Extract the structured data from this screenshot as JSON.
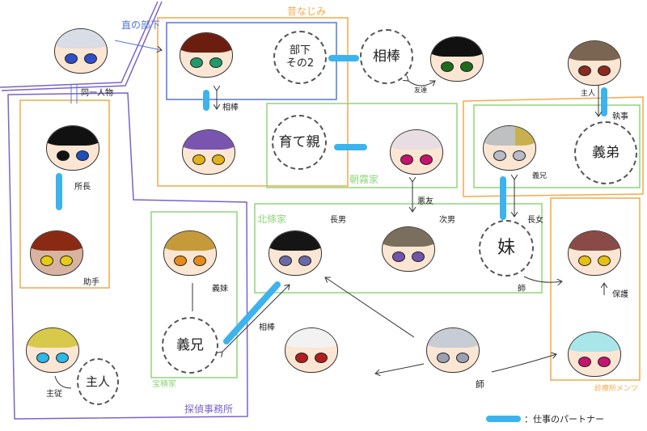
{
  "colors": {
    "partner": "#3db3ee",
    "orange": "#f3a94a",
    "blue": "#5577dd",
    "green": "#8fd67a",
    "purple": "#7a63c9"
  },
  "groups": {
    "osananajimi": "昔なじみ",
    "asagiri": "朝霧家",
    "hojo": "北條家",
    "hozumi": "宝積家",
    "tantei": "探偵事務所",
    "clinic": "診療所メンツ"
  },
  "circles": {
    "buka2": "部下\nその2",
    "aibou": "相棒",
    "sodateoya": "育て親",
    "gitei": "義弟",
    "imouto": "妹",
    "gikei": "義兄",
    "shujin": "主人"
  },
  "labels": {
    "jikinobuka": "直の部下",
    "douitsu": "同一人物",
    "aibou1": "相棒",
    "tomodachi": "友達",
    "shochou": "所長",
    "akuyuu": "悪友",
    "shujin": "主人",
    "shitsuji": "執事",
    "gikei2": "義兄",
    "chounan": "長男",
    "jinan": "次男",
    "choujo": "長女",
    "shi1": "師",
    "hogo": "保護",
    "joshu": "助手",
    "gimai": "義妹",
    "aibou2": "相棒",
    "shuju": "主従",
    "shi2": "師"
  },
  "legend": {
    "label": "：仕事のパートナー"
  },
  "characters": [
    {
      "name": "silver-crown",
      "hair": "#d8dde6",
      "eye": "#2f4fc8"
    },
    {
      "name": "brown-braids",
      "hair": "#6b1e10",
      "eye": "#1f9a6b"
    },
    {
      "name": "black-hat",
      "hair": "#7a6550",
      "eye": "#1e6b1e"
    },
    {
      "name": "red-bow",
      "hair": "#7a6452",
      "eye": "#8a2a1e"
    },
    {
      "name": "eyepatch",
      "hair": "#111111",
      "eye": "#1f4fb8"
    },
    {
      "name": "purple",
      "hair": "#7a55b0",
      "eye": "#e2b21a"
    },
    {
      "name": "pink-hair",
      "hair": "#e8dde2",
      "eye": "#c4146e"
    },
    {
      "name": "grey-blond",
      "hair": "#bfc0c2",
      "eye": "#b8bcc8"
    },
    {
      "name": "red-tan",
      "hair": "#8a2a14",
      "eye": "#e8cc12"
    },
    {
      "name": "blond-orange",
      "hair": "#c49a3a",
      "eye": "#e88a18"
    },
    {
      "name": "black-scar",
      "hair": "#151515",
      "eye": "#6a6aa8"
    },
    {
      "name": "olive",
      "hair": "#7a6e5c",
      "eye": "#7055a8"
    },
    {
      "name": "maroon",
      "hair": "#8a4a48",
      "eye": "#e8c012"
    },
    {
      "name": "blonde",
      "hair": "#d8c94a",
      "eye": "#2cb8e8"
    },
    {
      "name": "white-long",
      "hair": "#f2f2f2",
      "eye": "#b01e1e"
    },
    {
      "name": "silver-center",
      "hair": "#c8ccd4",
      "eye": "#9aa0b0"
    },
    {
      "name": "cyan",
      "hair": "#a8e6ea",
      "eye": "#c4146e"
    }
  ]
}
